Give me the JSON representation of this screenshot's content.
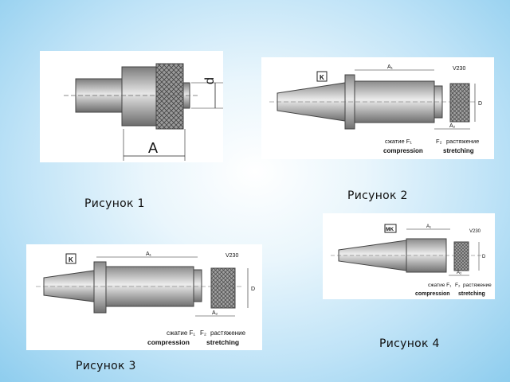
{
  "figures": [
    {
      "caption": "Рисунок 1",
      "labels": {
        "d": "d",
        "A": "A"
      }
    },
    {
      "caption": "Рисунок 2",
      "labels": {
        "k": "K",
        "a1": "A₁",
        "a2": "A₂",
        "v": "V230",
        "d": "D",
        "compress_ru": "сжатие F₁",
        "f2": "F₂",
        "stretch_ru": "растяжение",
        "compress_en": "compression",
        "stretch_en": "stretching"
      }
    },
    {
      "caption": "Рисунок 3",
      "labels": {
        "k": "K",
        "a1": "A₁",
        "a2": "A₂",
        "v": "V230",
        "d": "D",
        "compress_ru": "сжатие F₁",
        "f2": "F₂",
        "stretch_ru": "растяжение",
        "compress_en": "compression",
        "stretch_en": "stretching"
      }
    },
    {
      "caption": "Рисунок 4",
      "labels": {
        "k": "MK",
        "a1": "A₁",
        "a2": "A₂",
        "v": "V230",
        "d": "D",
        "compress_ru": "сжатие F₁",
        "f2": "F₂",
        "stretch_ru": "растяжение",
        "compress_en": "compression",
        "stretch_en": "stretching"
      }
    }
  ]
}
